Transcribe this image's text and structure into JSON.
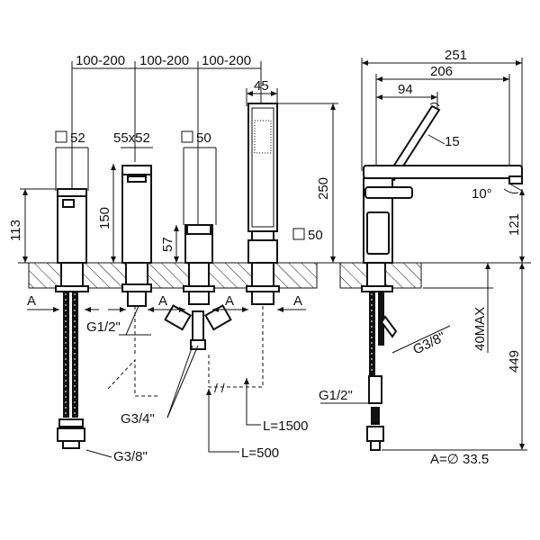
{
  "diagram": {
    "dims_top": {
      "spacing1": "100-200",
      "spacing2": "100-200",
      "spacing3": "100-200",
      "handshower_width": "45",
      "total_length": "251",
      "spout_length": "206",
      "lever_length": "94"
    },
    "square_labels": {
      "sq1": "52",
      "sq2": "55x52",
      "sq3": "50",
      "sq4": "50"
    },
    "heights": {
      "h113": "113",
      "h150": "150",
      "h57": "57",
      "h250": "250",
      "h121": "121",
      "h40max": "40MAX",
      "h449": "449"
    },
    "angles": {
      "a15": "15",
      "a10": "10°"
    },
    "section_marks": [
      "A",
      "A",
      "A",
      "A"
    ],
    "connections": {
      "g12_left": "G1/2\"",
      "g34": "G3/4\"",
      "g38_bottom": "G3/8\"",
      "g38_right": "G3/8\"",
      "g12_right": "G1/2\"",
      "l1500": "L=1500",
      "l500": "L=500",
      "a_diameter": "A=∅ 33.5"
    },
    "colors": {
      "ink": "#111111",
      "paper": "#ffffff"
    }
  }
}
